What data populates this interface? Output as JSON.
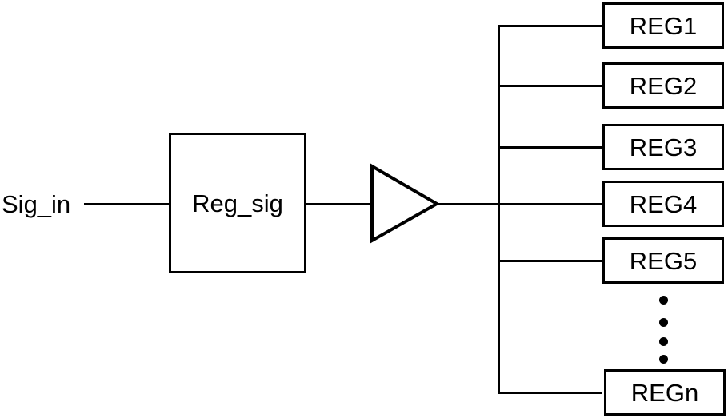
{
  "diagram": {
    "input_label": "Sig_in",
    "source_block_label": "Reg_sig",
    "registers": [
      "REG1",
      "REG2",
      "REG3",
      "REG4",
      "REG5",
      "REGn"
    ],
    "ellipsis_dot_count": 4,
    "colors": {
      "line": "#000000",
      "background": "#ffffff"
    }
  }
}
